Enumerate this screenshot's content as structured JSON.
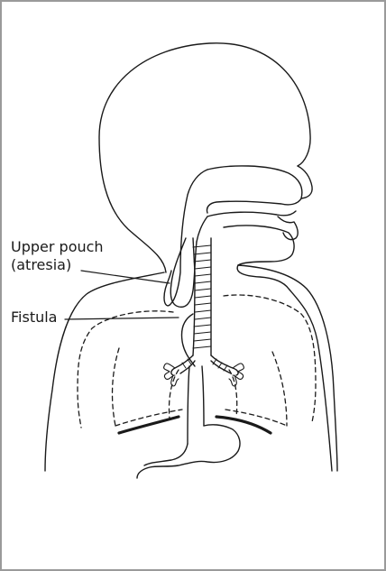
{
  "labels": {
    "upper_pouch_line1": "Upper pouch",
    "upper_pouch_line2": "(atresia)",
    "fistula": "Fistula"
  },
  "colors": {
    "stroke": "#1a1a1a",
    "frame_border": "#9a9a9a",
    "background": "#ffffff"
  }
}
